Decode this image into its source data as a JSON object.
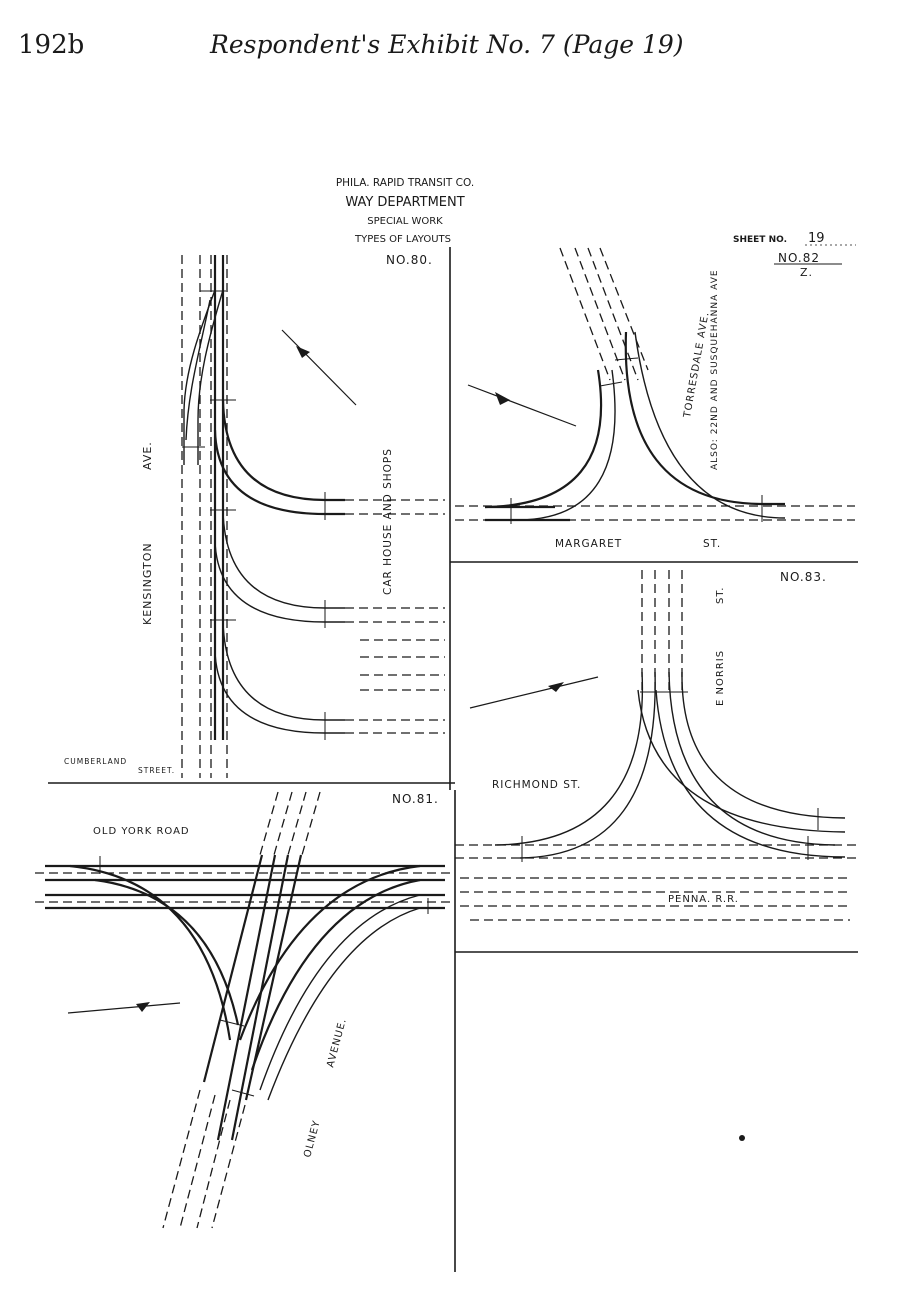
{
  "page": {
    "number": "192b",
    "title": "Respondent's Exhibit No. 7 (Page 19)"
  },
  "title_block": {
    "company": "PHILA. RAPID TRANSIT CO.",
    "department": "WAY DEPARTMENT",
    "subject": "SPECIAL WORK",
    "subtitle": "TYPES OF LAYOUTS",
    "sheet_label": "SHEET NO.",
    "sheet_number": "19"
  },
  "layouts": {
    "no80": {
      "label": "NO.80.",
      "street_vertical_1": "KENSINGTON",
      "street_vertical_2": "AVE.",
      "car_house": "CAR HOUSE AND SHOPS",
      "cross_street_1": "CUMBERLAND",
      "cross_street_2": "STREET."
    },
    "no82": {
      "label": "NO.82",
      "sub_label": "Z.",
      "street_diagonal": "TORRESDALE AVE.",
      "also_note": "ALSO: 22ND AND SUSQUEHANNA AVE",
      "street_horizontal_1": "MARGARET",
      "street_horizontal_2": "ST."
    },
    "no81": {
      "label": "NO.81.",
      "street_horizontal": "OLD YORK ROAD",
      "street_diagonal_1": "OLNEY",
      "street_diagonal_2": "AVENUE."
    },
    "no83": {
      "label": "NO.83.",
      "street_vertical": "E NORRIS",
      "street_vertical_suffix": "ST.",
      "street_horizontal": "RICHMOND ST.",
      "railroad": "PENNA. R.R."
    }
  }
}
